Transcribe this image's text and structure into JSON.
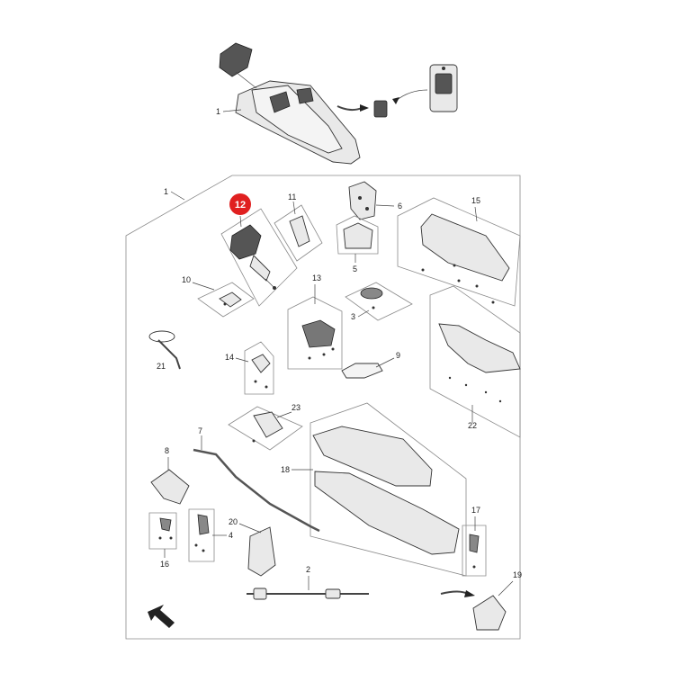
{
  "highlight": {
    "label": "12",
    "color": "#e02020"
  },
  "callouts": {
    "c1_top": "1",
    "c1_box": "1",
    "c2": "2",
    "c3": "3",
    "c4": "4",
    "c5": "5",
    "c6": "6",
    "c7": "7",
    "c8": "8",
    "c9": "9",
    "c10": "10",
    "c11": "11",
    "c13": "13",
    "c14": "14",
    "c15": "15",
    "c16": "16",
    "c17": "17",
    "c18": "18",
    "c19": "19",
    "c20": "20",
    "c21": "21",
    "c22": "22",
    "c23": "23"
  },
  "icons": {
    "direction": "arrow-icon",
    "flow": "curved-arrow-icon"
  }
}
